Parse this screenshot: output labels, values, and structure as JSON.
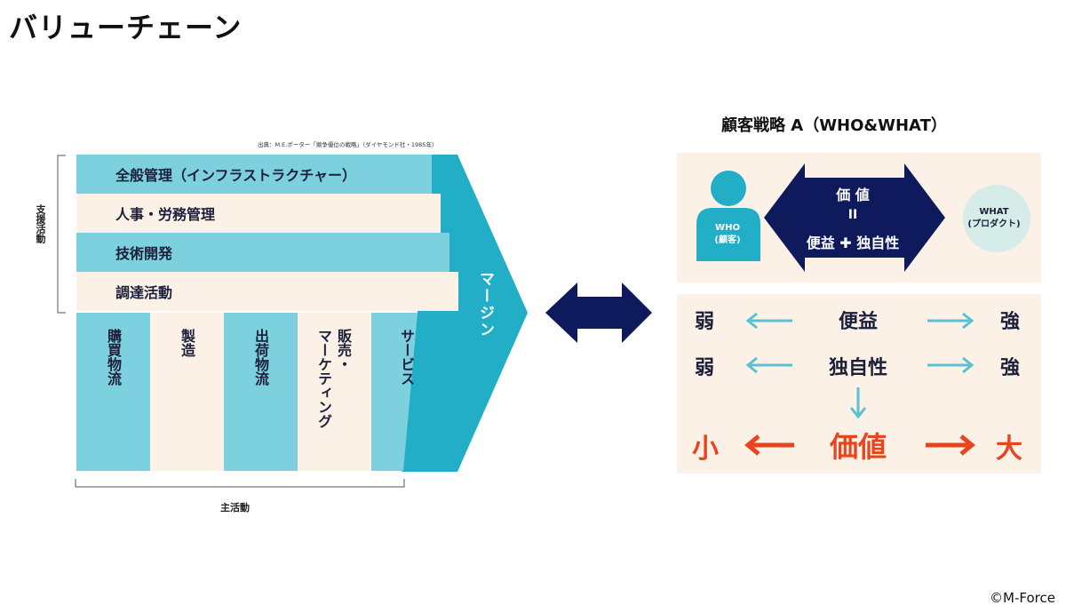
{
  "page_title": "バリューチェーン",
  "source_note": "出典：M.E.ポーター「競争優位の戦略」（ダイヤモンド社・1985年）",
  "value_chain": {
    "support_label": "支援活動",
    "primary_label": "主活動",
    "margin_label": "マージン",
    "support_activities": [
      "全般管理（インフラストラクチャー）",
      "人事・労務管理",
      "技術開発",
      "調達活動"
    ],
    "primary_activities": [
      "購買物流",
      "製造",
      "出荷物流",
      "販売・\nマーケティング",
      "サービス"
    ]
  },
  "strategy": {
    "title": "顧客戦略 A（WHO&WHAT）",
    "who_label": "WHO\n(顧客)",
    "what_label": "WHAT\n(プロダクト)",
    "value_title": "価 値",
    "value_equals": "II",
    "value_formula_left": "便益",
    "value_formula_plus": "✚",
    "value_formula_right": "独自性",
    "rows": [
      {
        "left": "弱",
        "center": "便益",
        "right": "強"
      },
      {
        "left": "弱",
        "center": "独自性",
        "right": "強"
      }
    ],
    "result": {
      "left": "小",
      "center": "価値",
      "right": "大"
    }
  },
  "copyright": "©M-Force",
  "colors": {
    "teal": "#21aec6",
    "light_teal": "#7dd0dd",
    "cream": "#fbf1e6",
    "navy": "#0e1a5c",
    "orange": "#e8451e",
    "mint": "#d6ece8"
  }
}
